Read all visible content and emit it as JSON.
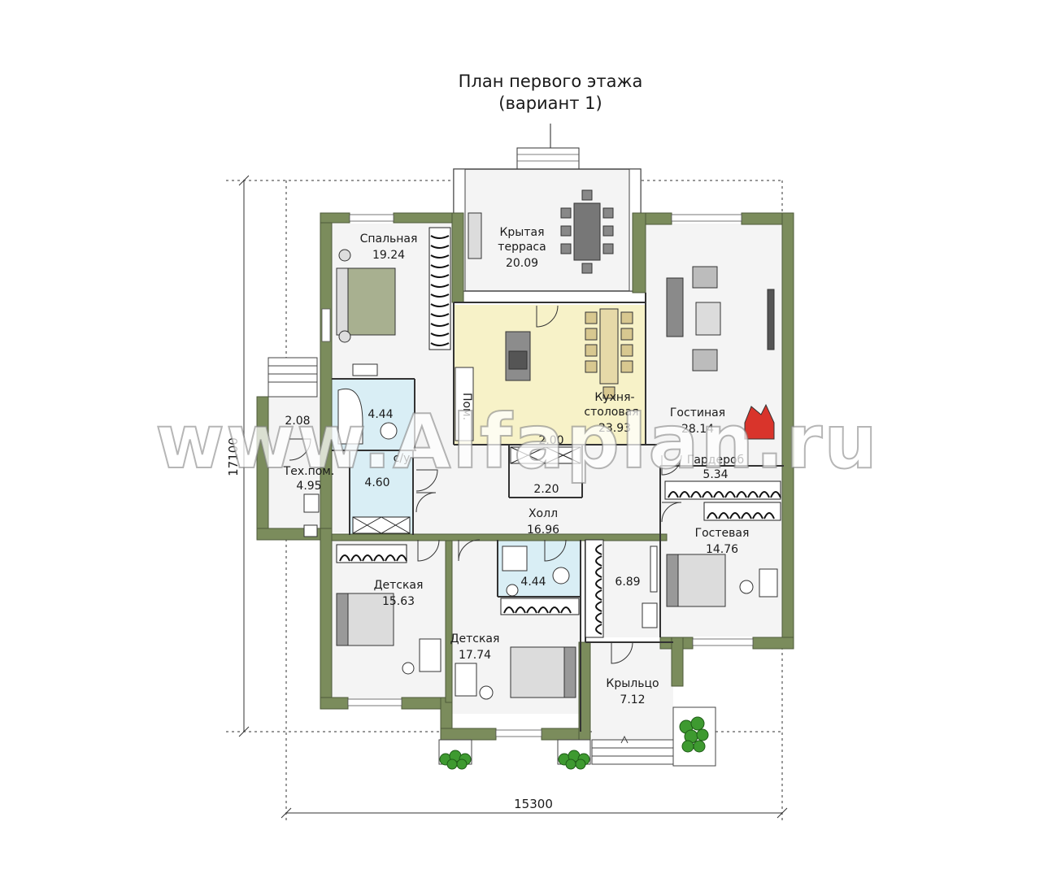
{
  "title": {
    "line1": "План первого этажа",
    "line2": "(вариант 1)"
  },
  "rooms": {
    "terrace": {
      "name_1": "Крытая",
      "name_2": "терраса",
      "area": "20.09"
    },
    "bedroom": {
      "name": "Спальная",
      "area": "19.24"
    },
    "living": {
      "name": "Гостиная",
      "area": "28.14"
    },
    "kitchen": {
      "name_1": "Кухня-",
      "name_2": "столовая",
      "area": "23.93"
    },
    "bath_left": {
      "area": "4.44"
    },
    "laundry": {
      "area": "2.08"
    },
    "tech": {
      "name": "Тех.пом.",
      "area": "4.95"
    },
    "bath_mid": {
      "area": "4.60"
    },
    "hall": {
      "name": "Холл",
      "area": "16.96"
    },
    "storage_a": {
      "area": "2.00"
    },
    "storage_b": {
      "area": "2.20"
    },
    "wardrobe": {
      "name": "Гардероб",
      "area": "5.34"
    },
    "guest": {
      "name": "Гостевая",
      "area": "14.76"
    },
    "kids1": {
      "name": "Детская",
      "area": "15.63"
    },
    "kids2": {
      "name": "Детская",
      "area": "17.74"
    },
    "bath_bottom": {
      "area": "4.44"
    },
    "vestibule": {
      "area": "6.89"
    },
    "porch": {
      "name": "Крыльцо",
      "area": "7.12"
    }
  },
  "labels": {
    "pantry_vertical": "Пом.",
    "small_label": "с/у"
  },
  "dimensions": {
    "width": "15300",
    "height": "17100"
  },
  "watermark": "www.Alfaplan.ru",
  "colors": {
    "wall": "#7b8c5c",
    "floor": "#f4f4f4",
    "kitchen_floor": "#f7f2c8",
    "bath_floor": "#d9eef5",
    "fireplace": "#d9342b",
    "plant": "#3e9a30"
  }
}
